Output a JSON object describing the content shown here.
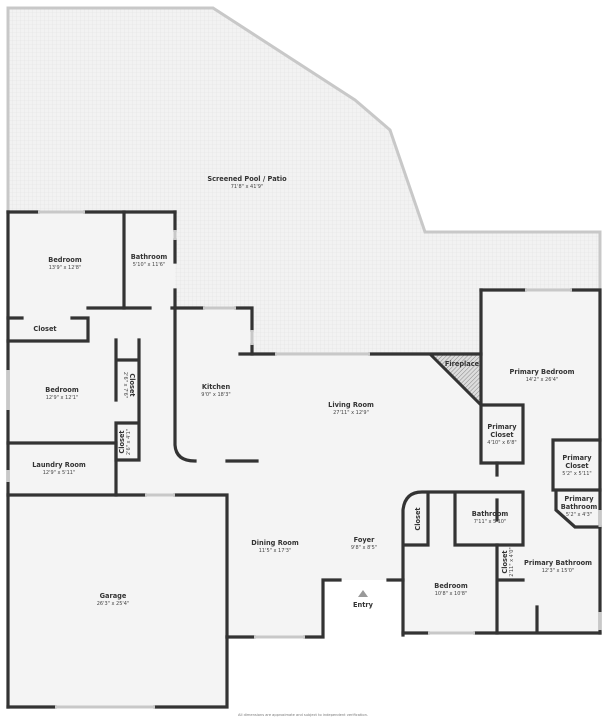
{
  "rooms": {
    "patio": {
      "name": "Screened Pool / Patio",
      "dims": "71'8\" x 41'9\""
    },
    "bedroom1": {
      "name": "Bedroom",
      "dims": "13'9\" x 12'8\""
    },
    "bathroom1": {
      "name": "Bathroom",
      "dims": "5'10\" x 11'6\""
    },
    "closet1": {
      "name": "Closet"
    },
    "bedroom2": {
      "name": "Bedroom",
      "dims": "12'9\" x 12'1\""
    },
    "closet2": {
      "name": "Closet",
      "dims": "2'6\" x 7'6\""
    },
    "closet3": {
      "name": "Closet",
      "dims": "2'6\" x 4'1\""
    },
    "laundry": {
      "name": "Laundry Room",
      "dims": "12'9\" x 5'11\""
    },
    "kitchen": {
      "name": "Kitchen",
      "dims": "9'0\" x 18'3\""
    },
    "living": {
      "name": "Living Room",
      "dims": "27'11\" x 12'9\""
    },
    "fireplace": {
      "name": "Fireplace"
    },
    "primary_bedroom": {
      "name": "Primary Bedroom",
      "dims": "14'2\" x 26'4\""
    },
    "primary_closet1": {
      "name": "Primary Closet",
      "dims": "4'10\" x 6'8\""
    },
    "primary_closet2": {
      "name": "Primary Closet",
      "dims": "5'2\" x 5'11\""
    },
    "primary_bathroom_small": {
      "name": "Primary Bathroom",
      "dims": "5'2\" x 4'3\""
    },
    "garage": {
      "name": "Garage",
      "dims": "26'3\" x 25'4\""
    },
    "dining": {
      "name": "Dining Room",
      "dims": "11'5\" x 17'3\""
    },
    "foyer": {
      "name": "Foyer",
      "dims": "9'8\" x 8'5\""
    },
    "entry": {
      "name": "Entry"
    },
    "closet4": {
      "name": "Closet"
    },
    "bathroom2": {
      "name": "Bathroom",
      "dims": "7'11\" x 5'10\""
    },
    "closet5": {
      "name": "Closet",
      "dims": "2'11\" x 4'0\""
    },
    "bedroom3": {
      "name": "Bedroom",
      "dims": "10'8\" x 10'8\""
    },
    "primary_bathroom": {
      "name": "Primary Bathroom",
      "dims": "12'3\" x 15'0\""
    }
  },
  "footer_note": "All dimensions are approximate and subject to independent verification.",
  "colors": {
    "wall": "#333333",
    "floor": "#f4f4f4",
    "patio": "#ececec",
    "window": "#c8c8c8"
  }
}
